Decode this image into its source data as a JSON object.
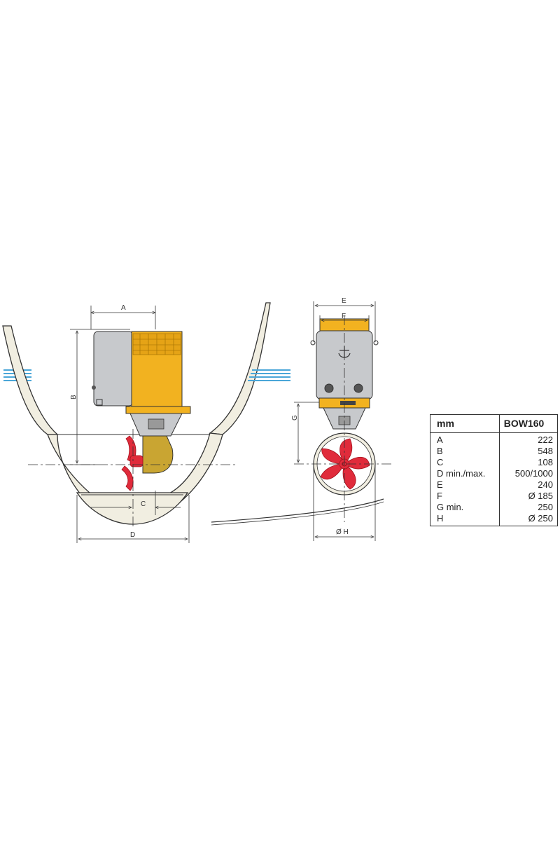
{
  "colors": {
    "hull_fill": "#f1eee1",
    "water": "#4aa6d8",
    "motor_grey": "#c7c9cc",
    "motor_yellow": "#f2b220",
    "leg_olive": "#c9a532",
    "propeller_red": "#e02b3b",
    "line": "#333333"
  },
  "dimension_labels": {
    "a": "A",
    "b": "B",
    "c": "C",
    "d": "D",
    "e": "E",
    "f": "F",
    "g": "G",
    "h": "Ø H"
  },
  "spec_table": {
    "unit_header": "mm",
    "model_header": "BOW160",
    "rows": [
      {
        "label": "A",
        "value": "222"
      },
      {
        "label": "B",
        "value": "548"
      },
      {
        "label": "C",
        "value": "108"
      },
      {
        "label": "D min./max.",
        "value": "500/1000"
      },
      {
        "label": "E",
        "value": "240"
      },
      {
        "label": "F",
        "value": "Ø 185"
      },
      {
        "label": "G min.",
        "value": "250"
      },
      {
        "label": "H",
        "value": "Ø 250"
      }
    ]
  }
}
